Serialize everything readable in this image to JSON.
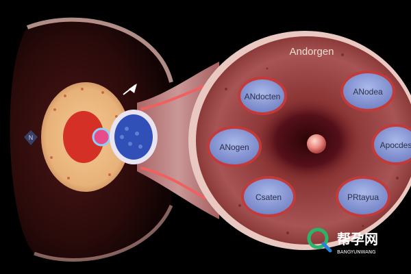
{
  "diagram": {
    "title": "Andorgen",
    "nodes": [
      {
        "id": "top-left",
        "label": "ANdocten"
      },
      {
        "id": "top-right",
        "label": "ANodea"
      },
      {
        "id": "mid-left",
        "label": "ANogen"
      },
      {
        "id": "mid-right",
        "label": "Apocdes"
      },
      {
        "id": "bottom-left",
        "label": "Csaten"
      },
      {
        "id": "bottom-right",
        "label": "PRtayua"
      }
    ],
    "left_badge": "N"
  },
  "watermark": {
    "chinese": "帮孕网",
    "latin": "BANGYUNWANG"
  },
  "colors": {
    "background": "#000000",
    "tissue_outer": "#7a2a2a",
    "tissue_inner": "#b56a6a",
    "node_fill": "#8fa0d8",
    "node_ring": "#c23a3a",
    "red_cells": "#e0302a",
    "blue_cells": "#3050b8",
    "watermark_green": "#2bb36b",
    "watermark_blue": "#2a7fd6"
  }
}
